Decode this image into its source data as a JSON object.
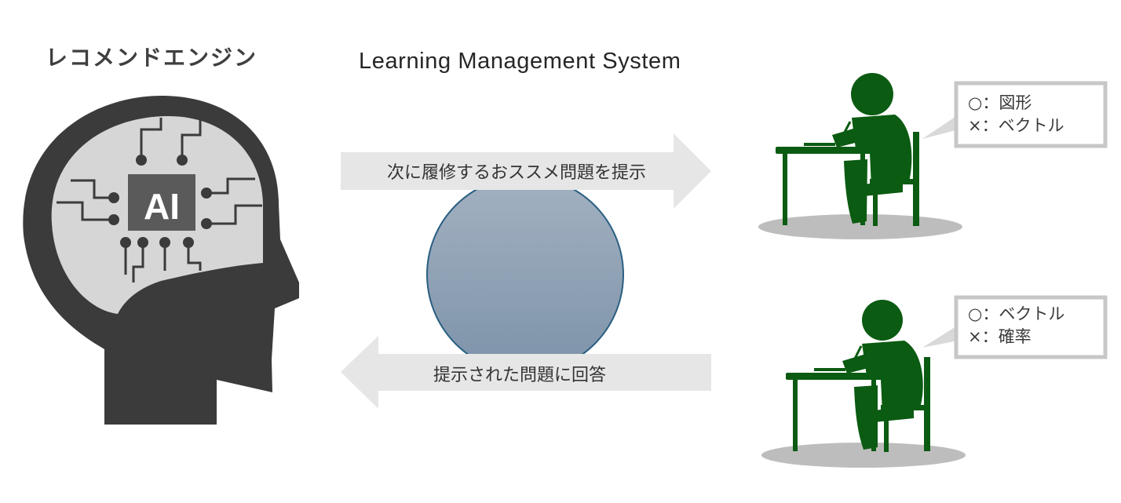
{
  "engine": {
    "title": "レコメンドエンジン",
    "chip_label": "AI"
  },
  "lms": {
    "title": "Learning Management System"
  },
  "arrows": {
    "forward_label": "次に履修するおススメ問題を提示",
    "backward_label": "提示された問題に回答"
  },
  "students": [
    {
      "bubble_lines": [
        "○：図形",
        "×：ベクトル"
      ]
    },
    {
      "bubble_lines": [
        "○：ベクトル",
        "×：確率"
      ]
    }
  ],
  "colors": {
    "head": "#3b3b3b",
    "brain": "#d6d6d6",
    "arrow": "#e6e6e6",
    "student": "#0b5b12",
    "shadow": "#bdbdbd",
    "sphere_top": "#a3b1c1",
    "sphere_bottom": "#7d93a9"
  }
}
